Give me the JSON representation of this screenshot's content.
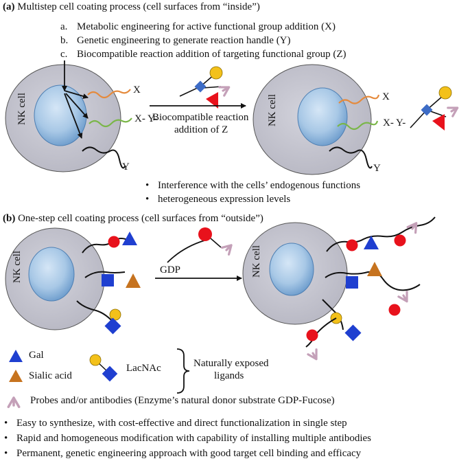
{
  "panel_a": {
    "label": "(a)",
    "title": "Multistep cell coating process (cell surfaces from “inside”)",
    "steps": [
      {
        "marker": "a.",
        "text": "Metabolic engineering for active functional group addition (X)"
      },
      {
        "marker": "b.",
        "text": "Genetic engineering to generate reaction handle (Y)"
      },
      {
        "marker": "c.",
        "text": "Biocompatible reaction addition of targeting functional group (Z)"
      }
    ],
    "cell_label": "NK cell",
    "x_label": "X",
    "xy_label": "X- Y-",
    "y_label": "Y",
    "arrow_caption_line1": "Biocompatible reaction",
    "arrow_caption_line2": "addition of Z",
    "drawbacks": [
      "Interference with the cells’ endogenous functions",
      "heterogeneous expression levels"
    ]
  },
  "panel_b": {
    "label": "(b)",
    "title": "One-step cell coating process (cell surfaces from “outside”)",
    "cell_label": "NK cell",
    "donor_label": "GDP",
    "legend": {
      "gal": "Gal",
      "sialic": "Sialic acid",
      "lacnac": "LacNAc",
      "brace_line1": "Naturally exposed",
      "brace_line2": "ligands",
      "probes": "Probes and/or antibodies (Enzyme’s natural donor substrate GDP-Fucose)"
    },
    "advantages": [
      "Easy to synthesize, with cost-effective and direct functionalization in single step",
      "Rapid and homogeneous modification with capability of installing multiple antibodies",
      "Permanent, genetic engineering approach with good target cell binding and efficacy"
    ]
  },
  "colors": {
    "cell_fill": "#c8c8d2",
    "nucleus_fill": "#a9c8e6",
    "orange_chain": "#e58a3c",
    "green_chain": "#7ab648",
    "red": "#e8121c",
    "blue": "#1f3fd0",
    "yellow": "#f3c11a",
    "brown": "#c6731f",
    "antibody": "#c4a0b8",
    "small_blue": "#3d6cc6"
  }
}
